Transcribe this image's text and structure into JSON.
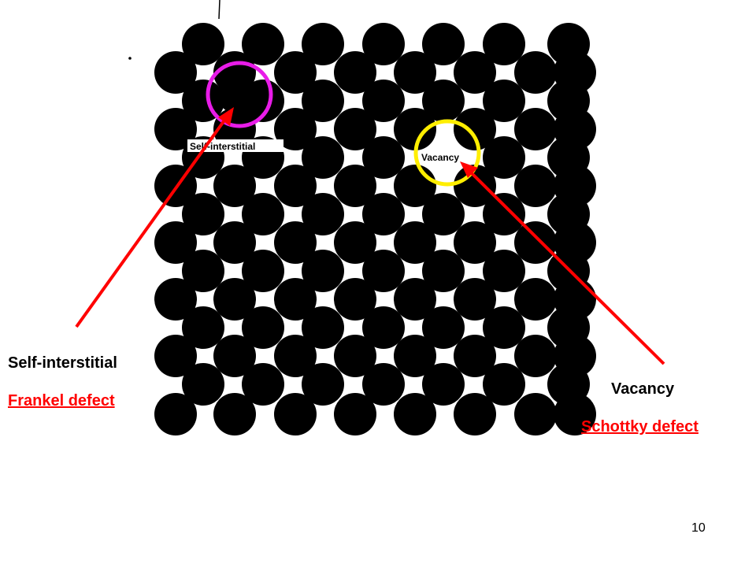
{
  "diagram": {
    "inner_labels": {
      "self_interstitial": "Self-interstitial",
      "vacancy": "Vacancy"
    }
  },
  "annotations": {
    "left": {
      "label": "Self-interstitial",
      "defect": "Frankel defect"
    },
    "right": {
      "label": "Vacancy",
      "defect": "Schottky defect"
    }
  },
  "page_number": "10",
  "colors": {
    "arrow": "#ff0000",
    "interstitial_circle": "#e81ce8",
    "vacancy_circle": "#ffee00",
    "defect_text": "#ff0000",
    "atom": "#000000"
  }
}
